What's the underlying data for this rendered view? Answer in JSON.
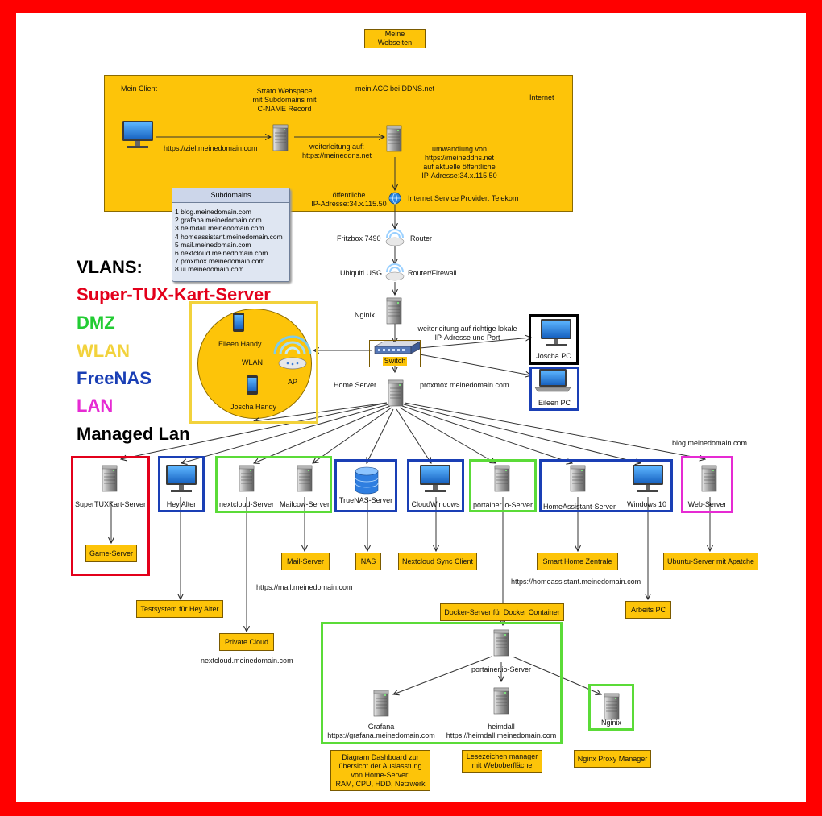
{
  "title": "Meine Webseiten",
  "internet": {
    "label": "Internet",
    "client": "Mein Client",
    "client_url": "https://ziel.meinedomain.com",
    "strato": "Strato Webspace\nmit Subdomains mit\nC-NAME Record",
    "forward": "weiterleitung auf:\nhttps://meineddns.net",
    "ddns": "mein ACC bei DDNS.net",
    "convert": "umwandlung von\nhttps://meineddns.net\nauf aktuelle öffentliche\nIP-Adresse:34.x.115.50",
    "public_ip": "öffentliche\nIP-Adresse:34.x.115.50",
    "isp": "Internet Service Provider: Telekom"
  },
  "subdomains": {
    "title": "Subdomains",
    "items": [
      "1 blog.meinedomain.com",
      "2 grafana.meinedomain.com",
      "3 heimdall.meinedomain.com",
      "4 homeassistant.meinedomain.com",
      "5 mail.meinedomain.com",
      "6 nextcloud.meinedomain.com",
      "7 proxmox.meinedomain.com",
      "8 ui.meinedomain.com"
    ]
  },
  "vlans": {
    "title": "VLANS:",
    "items": [
      {
        "name": "Super-TUX-Kart-Server",
        "color": "#e3001b"
      },
      {
        "name": "DMZ",
        "color": "#22cc33"
      },
      {
        "name": "WLAN",
        "color": "#f2d23c"
      },
      {
        "name": "FreeNAS",
        "color": "#1a3fb5"
      },
      {
        "name": "LAN",
        "color": "#e62ad3"
      },
      {
        "name": "Managed Lan",
        "color": "#000000"
      }
    ]
  },
  "network": {
    "fritzbox": "Fritzbox 7490",
    "router": "Router",
    "usg": "Ubiquiti USG",
    "firewall": "Router/Firewall",
    "nginx": "Nginix",
    "forward_local": "weiterleitung auf richtige lokale\nIP-Adresse und Port",
    "switch": "Switch",
    "home_server": "Home Server",
    "proxmox": "proxmox.meinedomain.com",
    "joscha_pc": "Joscha PC",
    "eileen_pc": "Eileen PC"
  },
  "wlan": {
    "eileen": "Eileen Handy",
    "wlan": "WLAN",
    "ap": "AP",
    "joscha": "Joscha Handy"
  },
  "servers": {
    "stk": "SuperTUXKart-Server",
    "heyalter": "Hey Alter",
    "nextcloud": "nextcloud-Server",
    "mailcow": "Mailcow-Server",
    "truenas": "TrueNAS-Server",
    "cloudwin": "CloudWindows",
    "portainer": "portainer.io-Server",
    "homeassistant": "HomeAssistant-Server",
    "win10": "Windows 10",
    "web": "Web-Server",
    "blog": "blog.meinedomain.com"
  },
  "boxes": {
    "game": "Game-Server",
    "testsys": "Testsystem für Hey Alter",
    "mail": "Mail-Server",
    "nas": "NAS",
    "ncsync": "Nextcloud Sync Client",
    "smarthome": "Smart Home Zentrale",
    "ubuntu": "Ubuntu-Server mit Apatche",
    "privatecloud": "Private Cloud",
    "docker": "Docker-Server für Docker Container",
    "arbeits": "Arbeits PC",
    "grafana_desc": "Diagram Dashboard zur\nübersicht der Auslasstung\nvon Home-Server:\nRAM, CPU, HDD, Netzwerk",
    "heimdall_desc": "Lesezeichen manager\nmit Weboberfläche",
    "nginx_desc": "Nginx Proxy Manager"
  },
  "urls": {
    "mail": "https://mail.meinedomain.com",
    "nextcloud": "nextcloud.meinedomain.com",
    "homeassistant": "https://homeassistant.meinedomain.com"
  },
  "docker": {
    "portainer": "portainer.io-Server",
    "grafana": "Grafana\nhttps://grafana.meinedomain.com",
    "heimdall": "heimdall\nhttps://heimdall.meinedomain.com",
    "nginx": "Nginix"
  }
}
